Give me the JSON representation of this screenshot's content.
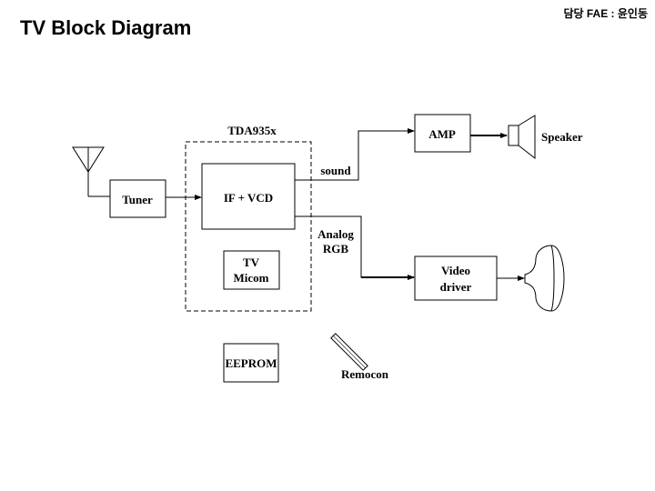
{
  "header": {
    "title": "TV Block Diagram",
    "fae_label": "담당 FAE : 윤인동"
  },
  "diagram": {
    "chip_label": "TDA935x",
    "blocks": {
      "tuner": "Tuner",
      "if_vcd": "IF + VCD",
      "tv_micom_line1": "TV",
      "tv_micom_line2": "Micom",
      "eeprom": "EEPROM",
      "amp": "AMP",
      "video_driver_line1": "Video",
      "video_driver_line2": "driver"
    },
    "signals": {
      "sound": "sound",
      "analog_rgb_line1": "Analog",
      "analog_rgb_line2": "RGB"
    },
    "devices": {
      "speaker": "Speaker",
      "remocon": "Remocon",
      "antenna": "antenna-icon",
      "crt": "crt-tube-icon"
    }
  }
}
